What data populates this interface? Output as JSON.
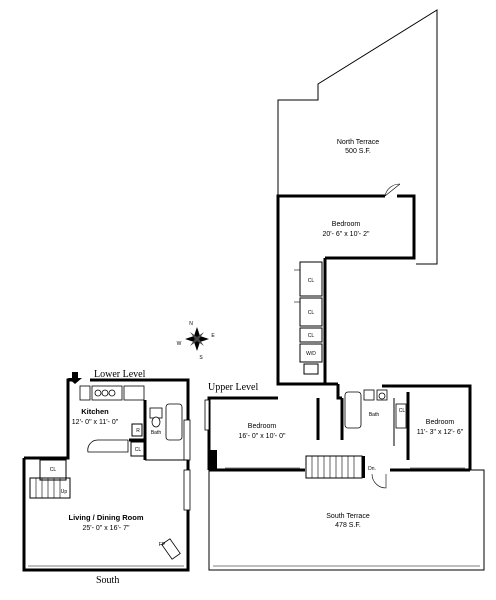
{
  "levels": {
    "lower": "Lower Level",
    "upper": "Upper Level"
  },
  "orientation": {
    "south_lower": "South",
    "compass": {
      "n": "N",
      "e": "E",
      "s": "S",
      "w": "W"
    }
  },
  "lower_rooms": {
    "kitchen": {
      "name": "Kitchen",
      "size": "12'- 0\" x 11'- 0\""
    },
    "living": {
      "name": "Living / Dining Room",
      "size": "25'- 0\" x 16'- 7\""
    },
    "bath": "Bath",
    "cl_1": "CL",
    "cl_2": "CL",
    "r": "R",
    "up": "Up",
    "fp": "FP"
  },
  "upper_rooms": {
    "north_terrace": {
      "name": "North Terrace",
      "size": "500 S.F."
    },
    "bedroom_top": {
      "name": "Bedroom",
      "size": "20'- 6\" x 10'- 2\""
    },
    "bedroom_left": {
      "name": "Bedroom",
      "size": "16'- 0\" x 10'- 0\""
    },
    "bedroom_right": {
      "name": "Bedroom",
      "size": "11'- 3\" x 12'- 6\""
    },
    "south_terrace": {
      "name": "South Terrace",
      "size": "478 S.F."
    },
    "bath": "Bath",
    "cl_a": "CL",
    "cl_b": "CL",
    "cl_c": "CL",
    "cl_d": "CL",
    "wd": "W/D",
    "dn": "Dn."
  }
}
